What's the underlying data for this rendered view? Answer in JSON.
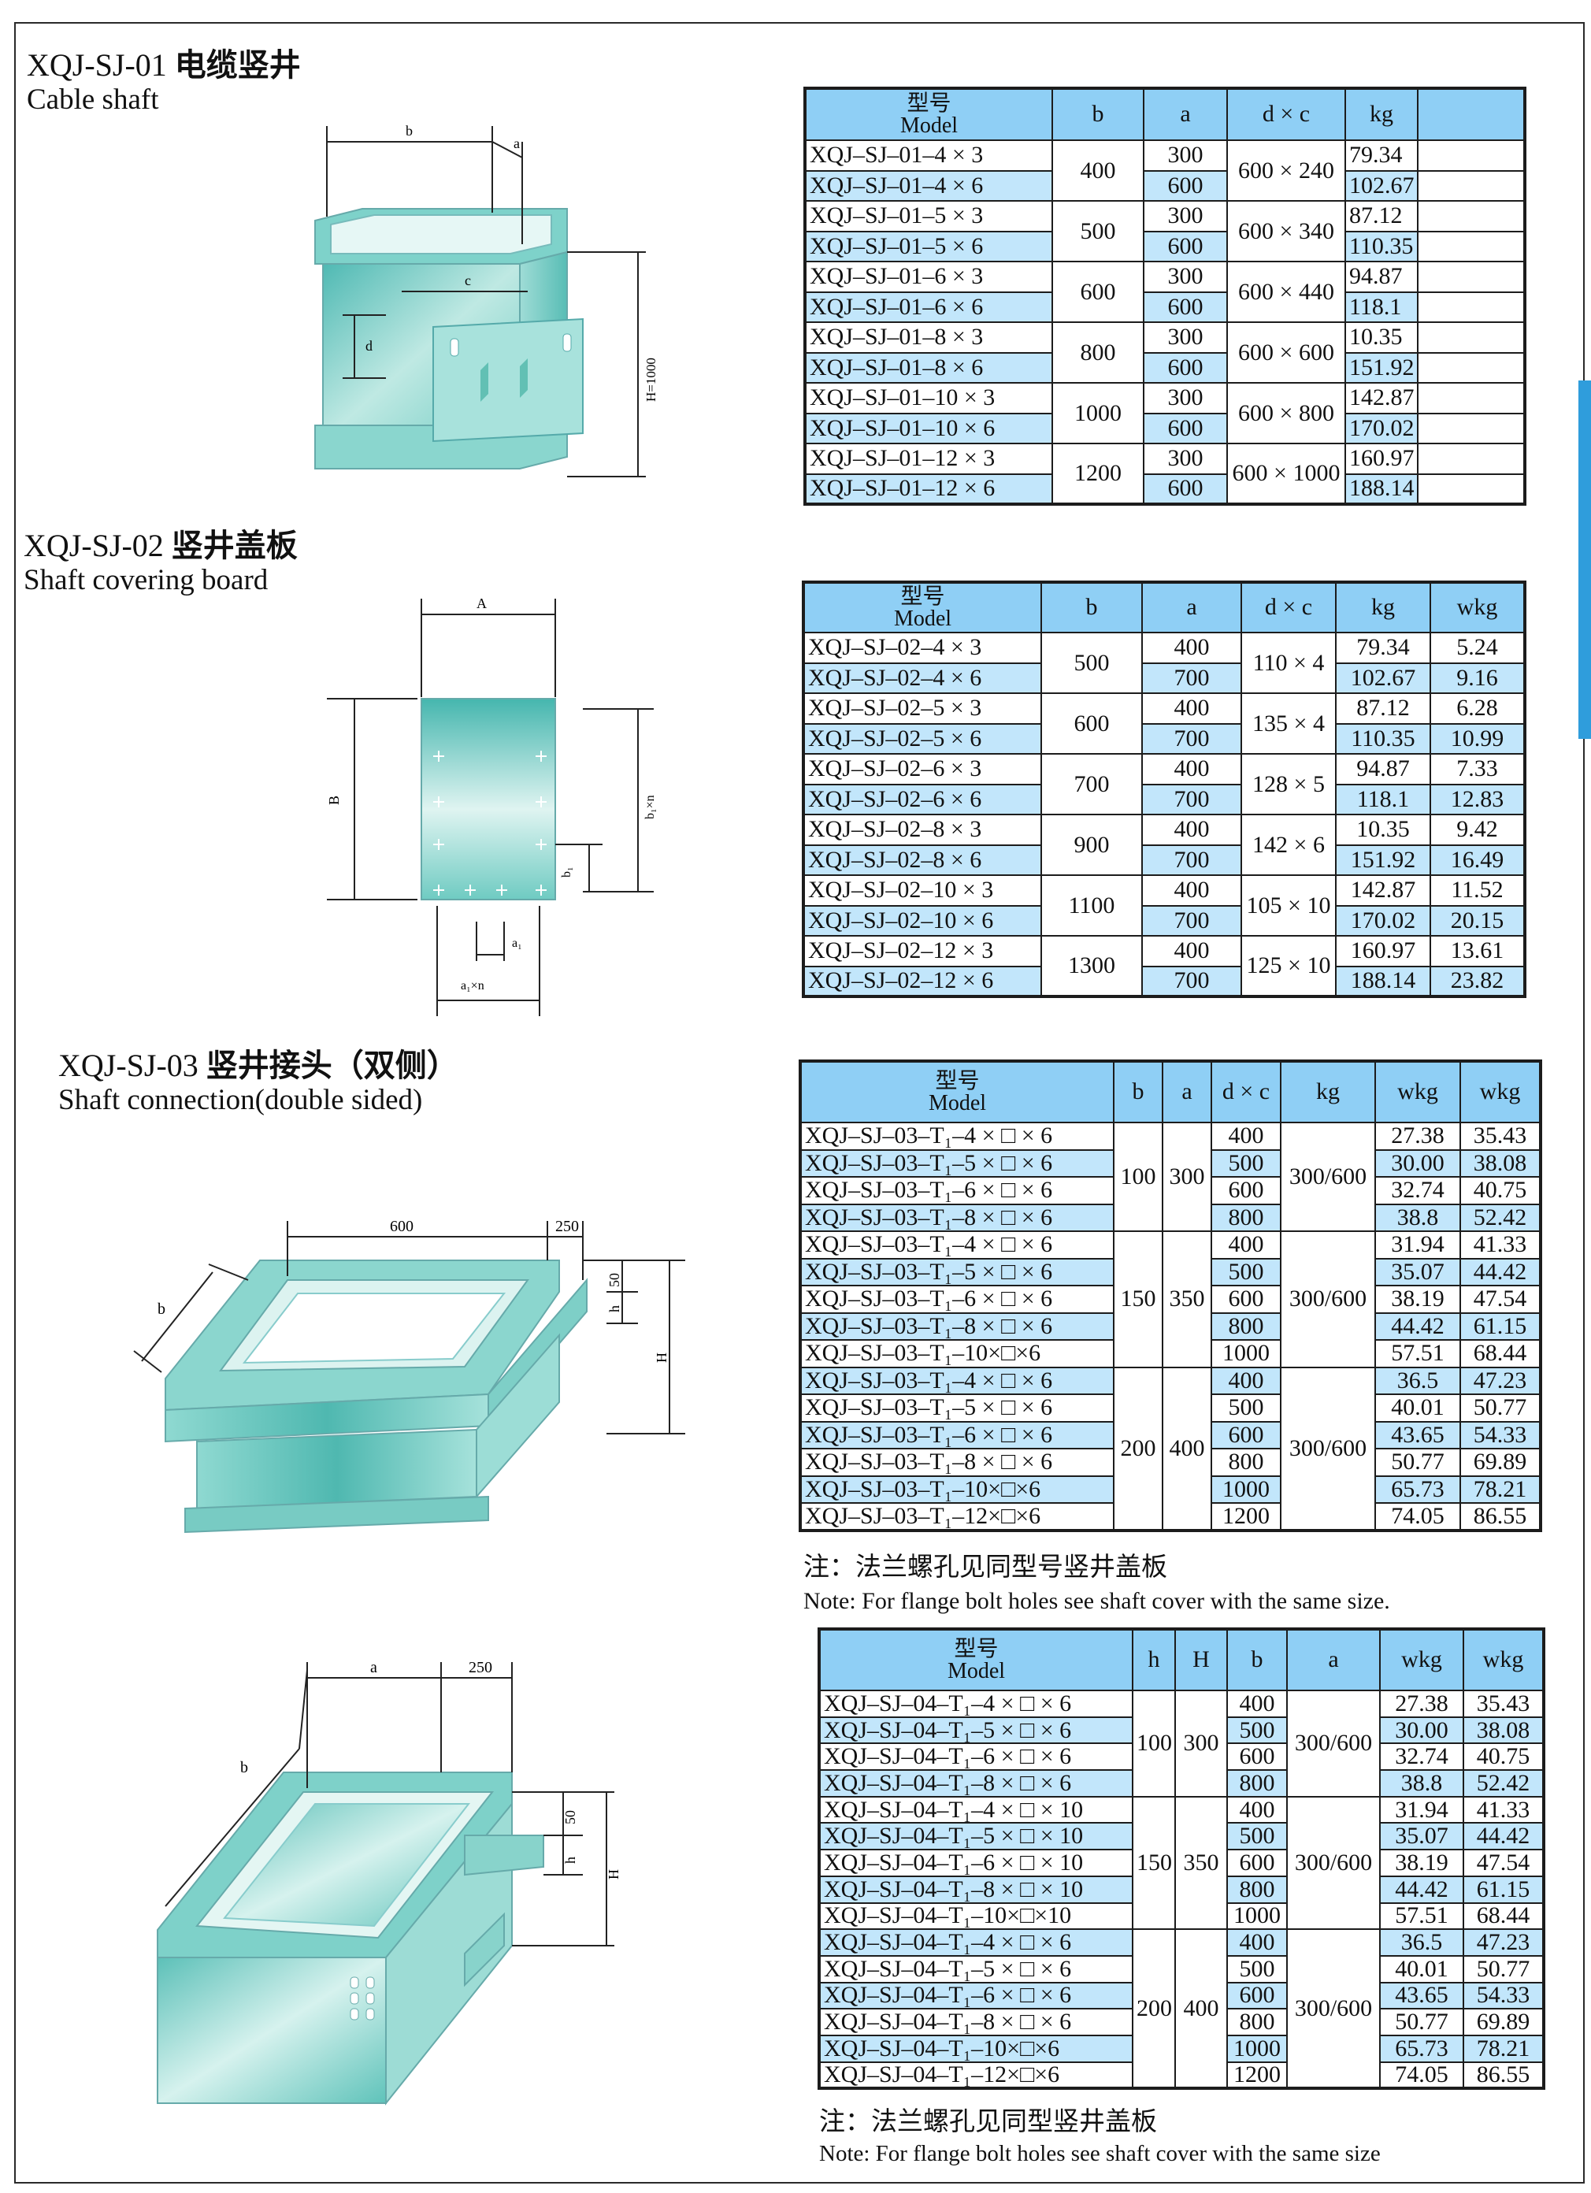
{
  "colors": {
    "header": "#8fcff5",
    "row_highlight": "#c2e6fb",
    "accent_tab": "#2f9ddc",
    "figure_teal": "#5fc8c0"
  },
  "sections": [
    {
      "title_code": "XQJ-SJ-01",
      "title_cn": "电缆竖井",
      "title_en": "Cable shaft",
      "figure": {
        "labels": {
          "b": "b",
          "a": "a",
          "c": "c",
          "d": "d",
          "H": "H=1000"
        }
      }
    },
    {
      "title_code": "XQJ-SJ-02",
      "title_cn": "竖井盖板",
      "title_en": "Shaft covering board",
      "figure": {
        "labels": {
          "A": "A",
          "B": "B",
          "b1n": "b₁×n",
          "b1": "b₁",
          "a1": "a₁",
          "a1n": "a₁×n"
        }
      }
    },
    {
      "title_code": "XQJ-SJ-03",
      "title_cn": "竖井接头（双侧）",
      "title_en": "Shaft connection(double sided)",
      "figure": {
        "labels": {
          "w600": "600",
          "w250": "250",
          "b": "b",
          "h50": "50",
          "h": "h",
          "H": "H"
        }
      }
    },
    {
      "title_code": "",
      "title_cn": "",
      "title_en": "",
      "figure": {
        "labels": {
          "a": "a",
          "w250": "250",
          "b": "b",
          "h50": "50",
          "h": "h",
          "H": "H"
        }
      }
    }
  ],
  "table1": {
    "headers": {
      "model_cn": "型号",
      "model_en": "Model",
      "b": "b",
      "a": "a",
      "dc": "d × c",
      "kg": "kg",
      "blank": ""
    },
    "groups": [
      {
        "b": "400",
        "dc": "600 × 240",
        "rows": [
          {
            "model": "XQJ–SJ–01–4 × 3",
            "a": "300",
            "kg": "79.34"
          },
          {
            "model": "XQJ–SJ–01–4 × 6",
            "a": "600",
            "kg": "102.67"
          }
        ]
      },
      {
        "b": "500",
        "dc": "600 × 340",
        "rows": [
          {
            "model": "XQJ–SJ–01–5 × 3",
            "a": "300",
            "kg": "87.12"
          },
          {
            "model": "XQJ–SJ–01–5 × 6",
            "a": "600",
            "kg": "110.35"
          }
        ]
      },
      {
        "b": "600",
        "dc": "600 × 440",
        "rows": [
          {
            "model": "XQJ–SJ–01–6 × 3",
            "a": "300",
            "kg": "94.87"
          },
          {
            "model": "XQJ–SJ–01–6 × 6",
            "a": "600",
            "kg": "118.1"
          }
        ]
      },
      {
        "b": "800",
        "dc": "600 × 600",
        "rows": [
          {
            "model": "XQJ–SJ–01–8 × 3",
            "a": "300",
            "kg": "10.35"
          },
          {
            "model": "XQJ–SJ–01–8 × 6",
            "a": "600",
            "kg": "151.92"
          }
        ]
      },
      {
        "b": "1000",
        "dc": "600 × 800",
        "rows": [
          {
            "model": "XQJ–SJ–01–10 × 3",
            "a": "300",
            "kg": "142.87"
          },
          {
            "model": "XQJ–SJ–01–10 × 6",
            "a": "600",
            "kg": "170.02"
          }
        ]
      },
      {
        "b": "1200",
        "dc": "600 × 1000",
        "rows": [
          {
            "model": "XQJ–SJ–01–12 × 3",
            "a": "300",
            "kg": "160.97"
          },
          {
            "model": "XQJ–SJ–01–12 × 6",
            "a": "600",
            "kg": "188.14"
          }
        ]
      }
    ]
  },
  "table2": {
    "headers": {
      "model_cn": "型号",
      "model_en": "Model",
      "b": "b",
      "a": "a",
      "dc": "d × c",
      "kg": "kg",
      "wkg": "wkg"
    },
    "groups": [
      {
        "b": "500",
        "dc": "110 × 4",
        "rows": [
          {
            "model": "XQJ–SJ–02–4 × 3",
            "a": "400",
            "kg": "79.34",
            "wkg": "5.24"
          },
          {
            "model": "XQJ–SJ–02–4 × 6",
            "a": "700",
            "kg": "102.67",
            "wkg": "9.16"
          }
        ]
      },
      {
        "b": "600",
        "dc": "135 × 4",
        "rows": [
          {
            "model": "XQJ–SJ–02–5 × 3",
            "a": "400",
            "kg": "87.12",
            "wkg": "6.28"
          },
          {
            "model": "XQJ–SJ–02–5 × 6",
            "a": "700",
            "kg": "110.35",
            "wkg": "10.99"
          }
        ]
      },
      {
        "b": "700",
        "dc": "128 × 5",
        "rows": [
          {
            "model": "XQJ–SJ–02–6 × 3",
            "a": "400",
            "kg": "94.87",
            "wkg": "7.33"
          },
          {
            "model": "XQJ–SJ–02–6 × 6",
            "a": "700",
            "kg": "118.1",
            "wkg": "12.83"
          }
        ]
      },
      {
        "b": "900",
        "dc": "142 × 6",
        "rows": [
          {
            "model": "XQJ–SJ–02–8 × 3",
            "a": "400",
            "kg": "10.35",
            "wkg": "9.42"
          },
          {
            "model": "XQJ–SJ–02–8 × 6",
            "a": "700",
            "kg": "151.92",
            "wkg": "16.49"
          }
        ]
      },
      {
        "b": "1100",
        "dc": "105 × 10",
        "rows": [
          {
            "model": "XQJ–SJ–02–10 × 3",
            "a": "400",
            "kg": "142.87",
            "wkg": "11.52"
          },
          {
            "model": "XQJ–SJ–02–10 × 6",
            "a": "700",
            "kg": "170.02",
            "wkg": "20.15"
          }
        ]
      },
      {
        "b": "1300",
        "dc": "125 × 10",
        "rows": [
          {
            "model": "XQJ–SJ–02–12 × 3",
            "a": "400",
            "kg": "160.97",
            "wkg": "13.61"
          },
          {
            "model": "XQJ–SJ–02–12 × 6",
            "a": "700",
            "kg": "188.14",
            "wkg": "23.82"
          }
        ]
      }
    ]
  },
  "table3": {
    "headers": {
      "model_cn": "型号",
      "model_en": "Model",
      "b": "b",
      "a": "a",
      "dc": "d × c",
      "kg": "kg",
      "wkg1": "wkg",
      "wkg2": "wkg"
    },
    "groups": [
      {
        "b": "100",
        "a": "300",
        "kg": "300/600",
        "rows": [
          {
            "model": "XQJ–SJ–03–T₁–4 × □ × 6",
            "dc": "400",
            "wkg1": "27.38",
            "wkg2": "35.43"
          },
          {
            "model": "XQJ–SJ–03–T₁–5 × □ × 6",
            "dc": "500",
            "wkg1": "30.00",
            "wkg2": "38.08"
          },
          {
            "model": "XQJ–SJ–03–T₁–6 × □ × 6",
            "dc": "600",
            "wkg1": "32.74",
            "wkg2": "40.75"
          },
          {
            "model": "XQJ–SJ–03–T₁–8 × □ × 6",
            "dc": "800",
            "wkg1": "38.8",
            "wkg2": "52.42"
          }
        ]
      },
      {
        "b": "150",
        "a": "350",
        "kg": "300/600",
        "rows": [
          {
            "model": "XQJ–SJ–03–T₁–4 × □ × 6",
            "dc": "400",
            "wkg1": "31.94",
            "wkg2": "41.33"
          },
          {
            "model": "XQJ–SJ–03–T₁–5 × □ × 6",
            "dc": "500",
            "wkg1": "35.07",
            "wkg2": "44.42"
          },
          {
            "model": "XQJ–SJ–03–T₁–6 × □ × 6",
            "dc": "600",
            "wkg1": "38.19",
            "wkg2": "47.54"
          },
          {
            "model": "XQJ–SJ–03–T₁–8 × □ × 6",
            "dc": "800",
            "wkg1": "44.42",
            "wkg2": "61.15"
          },
          {
            "model": "XQJ–SJ–03–T₁–10×□×6",
            "dc": "1000",
            "wkg1": "57.51",
            "wkg2": "68.44"
          }
        ]
      },
      {
        "b": "200",
        "a": "400",
        "kg": "300/600",
        "rows": [
          {
            "model": "XQJ–SJ–03–T₁–4 × □ × 6",
            "dc": "400",
            "wkg1": "36.5",
            "wkg2": "47.23"
          },
          {
            "model": "XQJ–SJ–03–T₁–5 × □ × 6",
            "dc": "500",
            "wkg1": "40.01",
            "wkg2": "50.77"
          },
          {
            "model": "XQJ–SJ–03–T₁–6 × □ × 6",
            "dc": "600",
            "wkg1": "43.65",
            "wkg2": "54.33"
          },
          {
            "model": "XQJ–SJ–03–T₁–8 × □ × 6",
            "dc": "800",
            "wkg1": "50.77",
            "wkg2": "69.89"
          },
          {
            "model": "XQJ–SJ–03–T₁–10×□×6",
            "dc": "1000",
            "wkg1": "65.73",
            "wkg2": "78.21"
          },
          {
            "model": "XQJ–SJ–03–T₁–12×□×6",
            "dc": "1200",
            "wkg1": "74.05",
            "wkg2": "86.55"
          }
        ]
      }
    ],
    "note_cn": "注：法兰螺孔见同型号竖井盖板",
    "note_en": "Note: For flange bolt holes see shaft cover with the same size."
  },
  "table4": {
    "headers": {
      "model_cn": "型号",
      "model_en": "Model",
      "h": "h",
      "H": "H",
      "b": "b",
      "a": "a",
      "wkg1": "wkg",
      "wkg2": "wkg"
    },
    "groups": [
      {
        "h": "100",
        "H": "300",
        "a": "300/600",
        "rows": [
          {
            "model": "XQJ–SJ–04–T₁–4 × □ × 6",
            "b": "400",
            "wkg1": "27.38",
            "wkg2": "35.43"
          },
          {
            "model": "XQJ–SJ–04–T₁–5 × □ × 6",
            "b": "500",
            "wkg1": "30.00",
            "wkg2": "38.08"
          },
          {
            "model": "XQJ–SJ–04–T₁–6 × □ × 6",
            "b": "600",
            "wkg1": "32.74",
            "wkg2": "40.75"
          },
          {
            "model": "XQJ–SJ–04–T₁–8 × □ × 6",
            "b": "800",
            "wkg1": "38.8",
            "wkg2": "52.42"
          }
        ]
      },
      {
        "h": "150",
        "H": "350",
        "a": "300/600",
        "rows": [
          {
            "model": "XQJ–SJ–04–T₁–4 × □ × 10",
            "b": "400",
            "wkg1": "31.94",
            "wkg2": "41.33"
          },
          {
            "model": "XQJ–SJ–04–T₁–5 × □ × 10",
            "b": "500",
            "wkg1": "35.07",
            "wkg2": "44.42"
          },
          {
            "model": "XQJ–SJ–04–T₁–6 × □ × 10",
            "b": "600",
            "wkg1": "38.19",
            "wkg2": "47.54"
          },
          {
            "model": "XQJ–SJ–04–T₁–8 × □ × 10",
            "b": "800",
            "wkg1": "44.42",
            "wkg2": "61.15"
          },
          {
            "model": "XQJ–SJ–04–T₁–10×□×10",
            "b": "1000",
            "wkg1": "57.51",
            "wkg2": "68.44"
          }
        ]
      },
      {
        "h": "200",
        "H": "400",
        "a": "300/600",
        "rows": [
          {
            "model": "XQJ–SJ–04–T₁–4 × □ × 6",
            "b": "400",
            "wkg1": "36.5",
            "wkg2": "47.23"
          },
          {
            "model": "XQJ–SJ–04–T₁–5 × □ × 6",
            "b": "500",
            "wkg1": "40.01",
            "wkg2": "50.77"
          },
          {
            "model": "XQJ–SJ–04–T₁–6 × □ × 6",
            "b": "600",
            "wkg1": "43.65",
            "wkg2": "54.33"
          },
          {
            "model": "XQJ–SJ–04–T₁–8 × □ × 6",
            "b": "800",
            "wkg1": "50.77",
            "wkg2": "69.89"
          },
          {
            "model": "XQJ–SJ–04–T₁–10×□×6",
            "b": "1000",
            "wkg1": "65.73",
            "wkg2": "78.21"
          },
          {
            "model": "XQJ–SJ–04–T₁–12×□×6",
            "b": "1200",
            "wkg1": "74.05",
            "wkg2": "86.55"
          }
        ]
      }
    ],
    "note_cn": "注：法兰螺孔见同型竖井盖板",
    "note_en": "Note: For flange bolt holes see shaft cover with the same size"
  }
}
